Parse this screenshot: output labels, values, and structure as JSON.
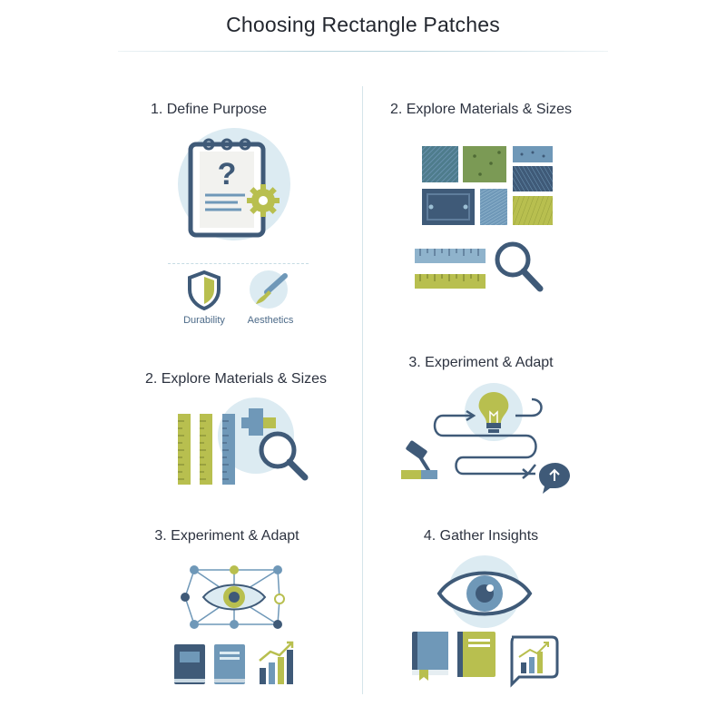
{
  "title": "Choosing Rectangle Patches",
  "sections": [
    {
      "heading": "1. Define Purpose",
      "icon": "notebook-question-gear-icon",
      "criteria": [
        {
          "label": "Durability",
          "icon": "shield-icon"
        },
        {
          "label": "Aesthetics",
          "icon": "paintbrush-icon"
        }
      ]
    },
    {
      "heading": "2. Explore Materials & Sizes",
      "icon": "fabric-swatches-ruler-magnifier-icon"
    },
    {
      "heading": "2. Explore Materials & Sizes",
      "icon": "rulers-magnifier-icon"
    },
    {
      "heading": "3. Experiment & Adapt",
      "icon": "lightbulb-path-hammer-icon"
    },
    {
      "heading": "3. Experiment & Adapt",
      "icon": "eye-network-books-chart-icon"
    },
    {
      "heading": "4. Gather Insights",
      "icon": "eye-books-chart-icon"
    }
  ],
  "colors": {
    "navy": "#3f5a78",
    "olive": "#b8bf4f",
    "steel": "#6f98b8",
    "pale_blue": "#dcebf2",
    "teal_swatch": "#4e7c8c",
    "green_swatch": "#7b9a55"
  }
}
